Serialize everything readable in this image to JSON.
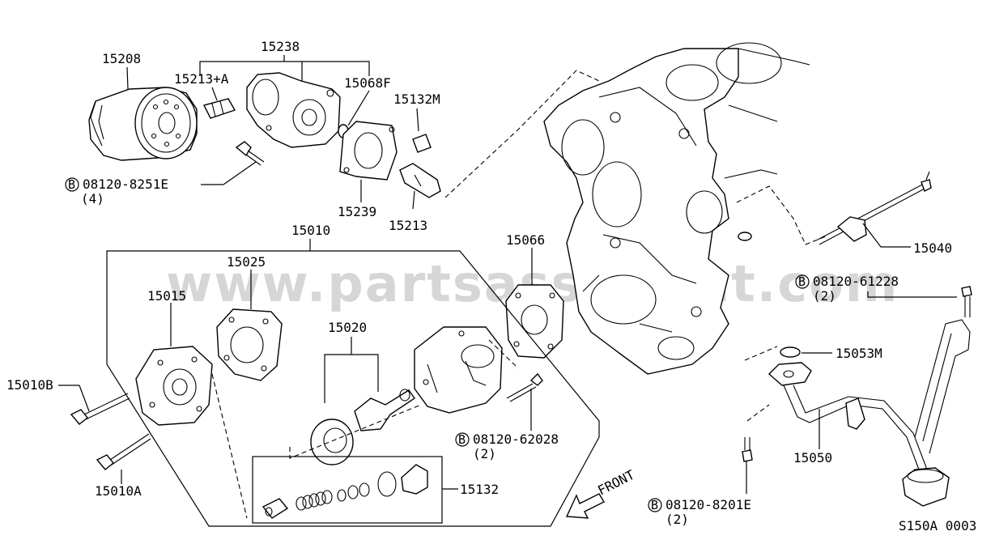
{
  "watermark": "www.partsassistant.com",
  "diagram_code": "S150A 0003",
  "front_label": "FRONT",
  "labels": {
    "p15208": "15208",
    "p15238": "15238",
    "p15213A": "15213+A",
    "p15068F": "15068F",
    "p15132M": "15132M",
    "bolt_8251E": "08120-8251E",
    "bolt_8251E_qty": "(4)",
    "p15239": "15239",
    "p15213": "15213",
    "p15010": "15010",
    "p15040": "15040",
    "p15066": "15066",
    "p15025": "15025",
    "p15015": "15015",
    "p15020": "15020",
    "bolt_61228": "08120-61228",
    "bolt_61228_qty": "(2)",
    "p15053M": "15053M",
    "p15010B": "15010B",
    "bolt_62028": "08120-62028",
    "bolt_62028_qty": "(2)",
    "p15050": "15050",
    "p15010A": "15010A",
    "p15132": "15132",
    "bolt_8201E": "08120-8201E",
    "bolt_8201E_qty": "(2)"
  },
  "bolt_symbol": "B"
}
